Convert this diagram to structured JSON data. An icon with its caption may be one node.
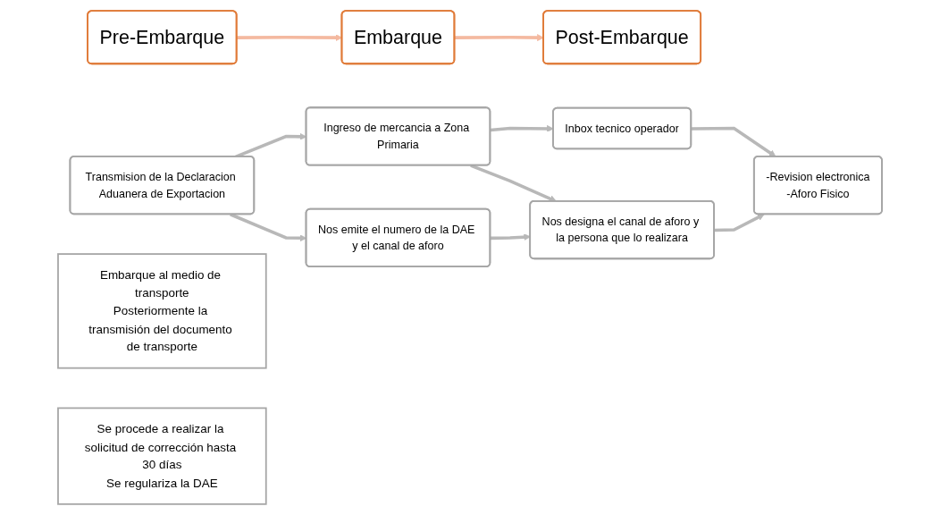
{
  "diagram": {
    "nodes": [
      {
        "text": [
          "Pre-Embarque"
        ]
      },
      {
        "text": [
          "Embarque"
        ]
      },
      {
        "text": [
          "Post-Embarque"
        ]
      },
      {
        "text": [
          "Transmision de la Declaracion Aduanera de Exportacion"
        ]
      },
      {
        "text": [
          "Ingreso de mercancia a Zona Primaria"
        ]
      },
      {
        "text": [
          "Inbox tecnico operador"
        ]
      },
      {
        "text": [
          "Nos emite el numero de la DAE y el canal de aforo"
        ]
      },
      {
        "text": [
          "Nos designa el canal de aforo y la persona que lo realizara"
        ]
      },
      {
        "text": [
          "-Revision electronica",
          "-Aforo Fisico"
        ]
      },
      {
        "text": [
          "Embarque al medio de transporte",
          "Posteriormente la transmisión del documento de transporte"
        ]
      },
      {
        "text": [
          "Se procede a realizar la solicitud de corrección hasta 30 días",
          "Se regulariza la DAE"
        ]
      }
    ],
    "edges": [
      {
        "from": 0,
        "to": 1,
        "arrow": "to",
        "color": "#f4b9a0"
      },
      {
        "from": 1,
        "to": 2,
        "arrow": "to",
        "color": "#f4b9a0"
      },
      {
        "from": 3,
        "to": 4,
        "arrow": "to"
      },
      {
        "from": 4,
        "to": 5,
        "arrow": "to"
      },
      {
        "from": 3,
        "to": 6,
        "arrow": "to"
      },
      {
        "from": 4,
        "to": 7,
        "arrow": "to"
      },
      {
        "from": 5,
        "to": 8,
        "arrow": "to"
      },
      {
        "from": 6,
        "to": 7,
        "arrow": "to"
      },
      {
        "from": 7,
        "to": 8,
        "arrow": "to"
      }
    ]
  }
}
